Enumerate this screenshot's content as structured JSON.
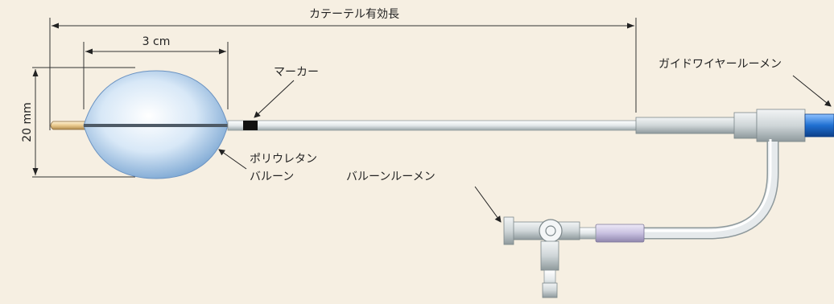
{
  "diagram": {
    "labels": {
      "effective_length": "カテーテル有効長",
      "balloon_length": "3 cm",
      "balloon_diameter": "20 mm",
      "marker": "マーカー",
      "guidewire_lumen": "ガイドワイヤールーメン",
      "balloon_material_line1": "ポリウレタン",
      "balloon_material_line2": "バルーン",
      "balloon_lumen": "バルーンルーメン"
    },
    "colors": {
      "background": "#f6efe2",
      "balloon": "#bcd6ee",
      "marker": "#111111",
      "connector_blue": "#1f6fd1",
      "hub_purple": "#c8c0e0",
      "tip": "#e9c98d"
    }
  }
}
